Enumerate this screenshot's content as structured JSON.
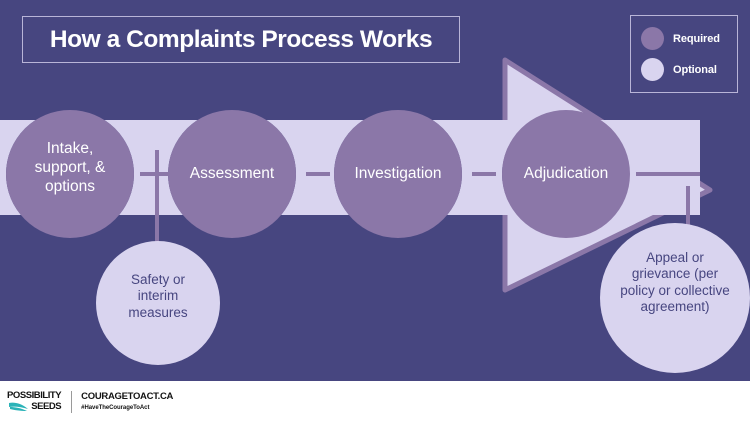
{
  "header": {
    "title": "How a Complaints Process Works"
  },
  "legend": {
    "items": [
      {
        "label": "Required",
        "color": "#8b77a8",
        "icon": "filled-circle-icon"
      },
      {
        "label": "Optional",
        "color": "#d9d4ef",
        "icon": "filled-circle-icon"
      }
    ]
  },
  "flow": {
    "required_steps": [
      {
        "id": "intake",
        "label": "Intake, support, & options",
        "lines": [
          "Intake,",
          "support, &",
          "options"
        ]
      },
      {
        "id": "assessment",
        "label": "Assessment",
        "lines": [
          "Assessment"
        ]
      },
      {
        "id": "investigation",
        "label": "Investigation",
        "lines": [
          "Investigation"
        ]
      },
      {
        "id": "adjudication",
        "label": "Adjudication",
        "lines": [
          "Adjudication"
        ]
      }
    ],
    "optional_steps": [
      {
        "id": "safety",
        "label": "Safety or interim measures",
        "lines": [
          "Safety or",
          "interim",
          "measures"
        ]
      },
      {
        "id": "appeal",
        "label": "Appeal or grievance (per policy or collective agreement)",
        "lines": [
          "Appeal or",
          "grievance (per",
          "policy or collective",
          "agreement)"
        ]
      }
    ]
  },
  "colors": {
    "background": "#474680",
    "required_fill": "#8b77a8",
    "optional_fill": "#d9d4ef",
    "band_fill": "#d9d4ef",
    "outline": "#8b77a8",
    "title_text": "#ffffff",
    "optional_text": "#474680"
  },
  "footer": {
    "org_logo_line1": "POSSIBILITY",
    "org_logo_line2": "SEEDS",
    "campaign_url": "COURAGETOACT.CA",
    "campaign_hashtag": "#HaveTheCourageToAct",
    "leaf_color": "#2bb3b8"
  }
}
